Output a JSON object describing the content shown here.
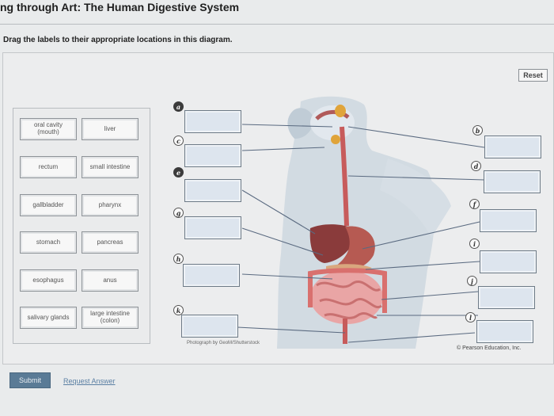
{
  "header": {
    "title": "ng through Art: The Human Digestive System",
    "instructions": "Drag the labels to their appropriate locations in this diagram."
  },
  "toolbar": {
    "reset_label": "Reset"
  },
  "label_bank": [
    "oral cavity\n(mouth)",
    "liver",
    "rectum",
    "small intestine",
    "gallbladder",
    "pharynx",
    "stomach",
    "pancreas",
    "esophagus",
    "anus",
    "salivary glands",
    "large intestine\n(colon)"
  ],
  "targets": {
    "a": "a",
    "b": "b",
    "c": "c",
    "d": "d",
    "e": "e",
    "f": "f",
    "g": "g",
    "h": "h",
    "i": "i",
    "j": "j",
    "k": "k",
    "l": "l"
  },
  "credits": {
    "photo": "Photograph by GeoM/Shutterstock",
    "copyright": "© Pearson Education, Inc."
  },
  "footer": {
    "submit_label": "Submit",
    "request_label": "Request Answer"
  },
  "colors": {
    "drop_fill": "#dde5ee",
    "submit_bg": "#5a7b96",
    "link": "#5a7fa3"
  }
}
